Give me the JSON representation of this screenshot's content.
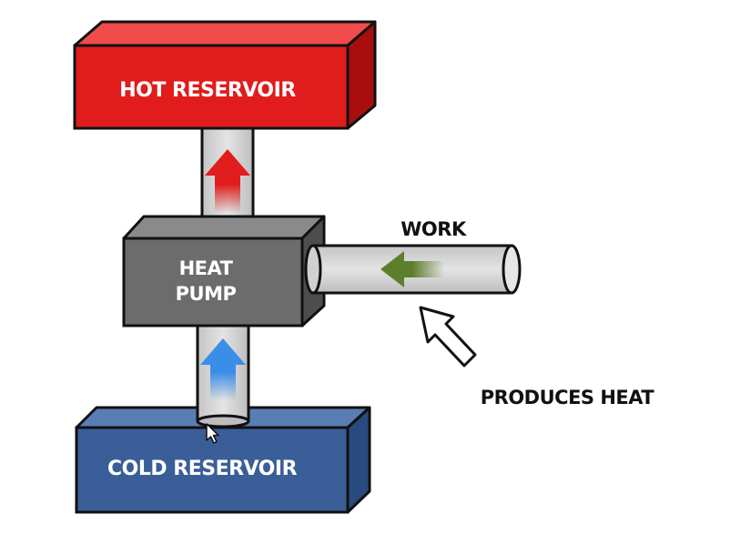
{
  "labels": {
    "hot_reservoir": "HOT RESERVOIR",
    "heat_pump_line1": "HEAT",
    "heat_pump_line2": "PUMP",
    "cold_reservoir": "COLD RESERVOIR",
    "work": "WORK",
    "produces_heat": "PRODUCES HEAT"
  },
  "colors": {
    "hot_front": "#e01c1c",
    "hot_top": "#f24b4b",
    "hot_side": "#a80e0e",
    "pump_front": "#6c6c6c",
    "pump_top": "#8a8a8a",
    "pump_side": "#4d4d4d",
    "cold_front": "#3a5e98",
    "cold_top": "#5a7db5",
    "cold_side": "#284a7e",
    "pipe": "#d8d8d8",
    "arrow_up_hot": "#e01c1c",
    "arrow_up_cold": "#3a8ee8",
    "arrow_work": "#5d7f2c"
  },
  "icons": {
    "cursor": "mouse-pointer-icon",
    "callout": "outline-arrow-icon"
  }
}
